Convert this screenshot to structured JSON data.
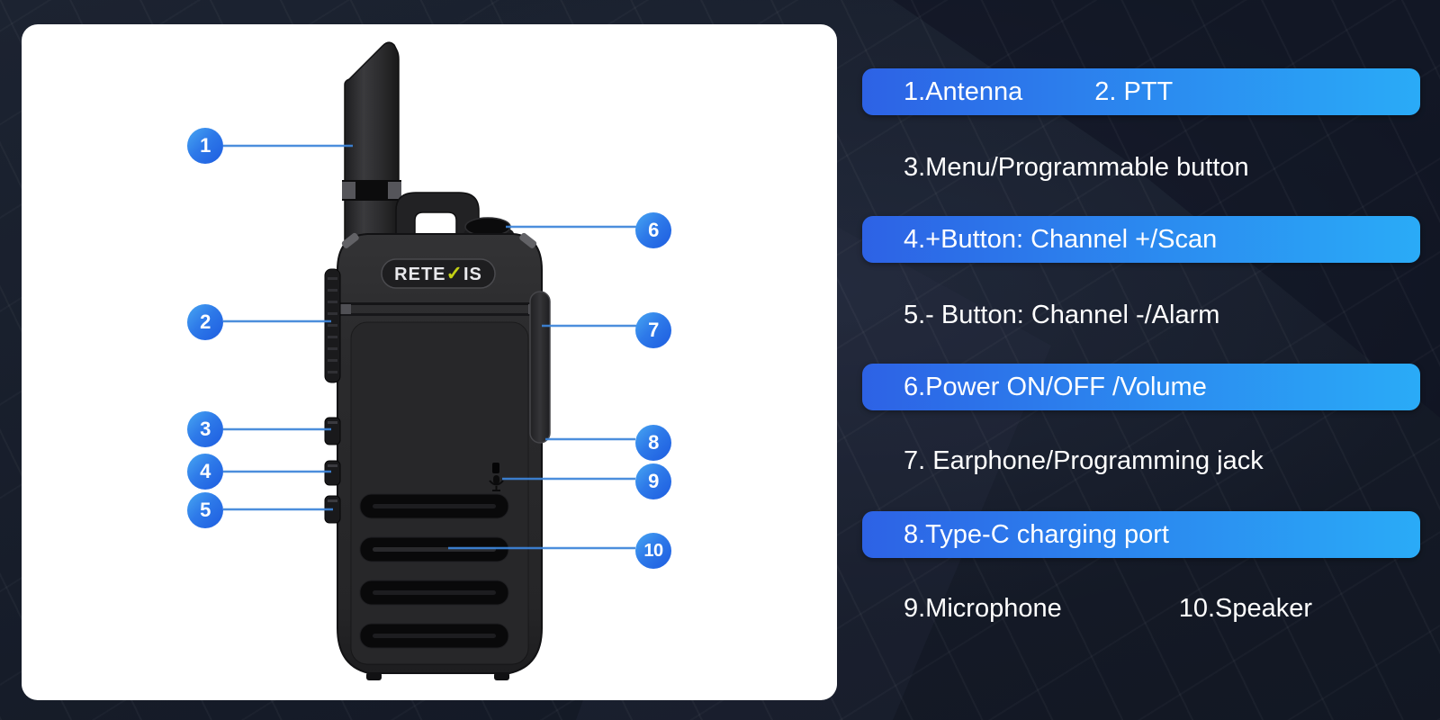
{
  "brand_logo": {
    "before": "RETE",
    "check": "✓",
    "after": "IS",
    "full_name": "RETEVIS"
  },
  "callout_numbers": [
    "1",
    "2",
    "3",
    "4",
    "5",
    "6",
    "7",
    "8",
    "9",
    "10"
  ],
  "legend": {
    "rows": [
      {
        "style": "bar",
        "items": [
          "1.Antenna",
          "2. PTT"
        ]
      },
      {
        "style": "plain",
        "items": [
          "3.Menu/Programmable button"
        ]
      },
      {
        "style": "bar",
        "items": [
          "4.+Button: Channel +/Scan"
        ]
      },
      {
        "style": "plain",
        "items": [
          "5.- Button: Channel -/Alarm"
        ]
      },
      {
        "style": "bar",
        "items": [
          "6.Power ON/OFF /Volume"
        ]
      },
      {
        "style": "plain",
        "items": [
          "7. Earphone/Programming jack"
        ]
      },
      {
        "style": "bar",
        "items": [
          "8.Type-C charging port"
        ]
      },
      {
        "style": "plain",
        "items": [
          "9.Microphone",
          "10.Speaker"
        ]
      }
    ]
  },
  "colors": {
    "page_background": "#1a202e",
    "panel_background": "#ffffff",
    "bar_gradient_start": "#2d62e5",
    "bar_gradient_end": "#2aabf7",
    "callout_gradient_start": "#48a7f2",
    "callout_gradient_end": "#1d5ce0",
    "leader_line": "#3d85da",
    "legend_text": "#ffffff",
    "logo_check_yellow": "#c3d014"
  }
}
